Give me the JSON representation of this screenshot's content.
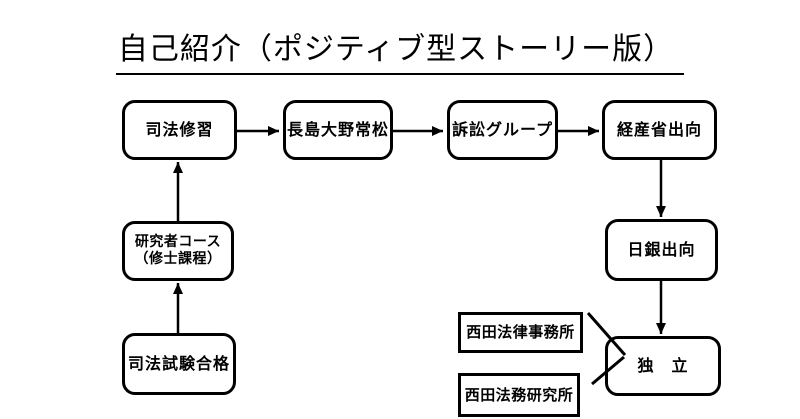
{
  "page": {
    "title": "自己紹介（ポジティブ型ストーリー版）",
    "background_color": "#ffffff",
    "line_color": "#000000"
  },
  "nodes": {
    "bar_exam_pass": {
      "label": "司法試験合格"
    },
    "researcher_course": {
      "label_line1": "研究者コース",
      "label_line2": "（修士課程）"
    },
    "judicial_training": {
      "label": "司法修習"
    },
    "nagashima_ohno_tsunematsu": {
      "label": "長島大野常松"
    },
    "litigation_group": {
      "label": "訴訟グループ"
    },
    "meti_secondment": {
      "label": "経産省出向"
    },
    "boj_secondment": {
      "label": "日銀出向"
    },
    "independence": {
      "label": "独　立"
    },
    "nishida_law_office": {
      "label": "西田法律事務所"
    },
    "nishida_legal_research_institute": {
      "label": "西田法務研究所"
    }
  },
  "edges": [
    {
      "from": "bar_exam_pass",
      "to": "researcher_course",
      "type": "arrow",
      "direction": "up"
    },
    {
      "from": "researcher_course",
      "to": "judicial_training",
      "type": "arrow",
      "direction": "up"
    },
    {
      "from": "judicial_training",
      "to": "nagashima_ohno_tsunematsu",
      "type": "arrow",
      "direction": "right"
    },
    {
      "from": "nagashima_ohno_tsunematsu",
      "to": "litigation_group",
      "type": "arrow",
      "direction": "right"
    },
    {
      "from": "litigation_group",
      "to": "meti_secondment",
      "type": "arrow",
      "direction": "right"
    },
    {
      "from": "meti_secondment",
      "to": "boj_secondment",
      "type": "arrow",
      "direction": "down"
    },
    {
      "from": "boj_secondment",
      "to": "independence",
      "type": "arrow",
      "direction": "down"
    },
    {
      "from": "nishida_law_office",
      "to": "independence",
      "type": "line"
    },
    {
      "from": "nishida_legal_research_institute",
      "to": "independence",
      "type": "line"
    }
  ]
}
